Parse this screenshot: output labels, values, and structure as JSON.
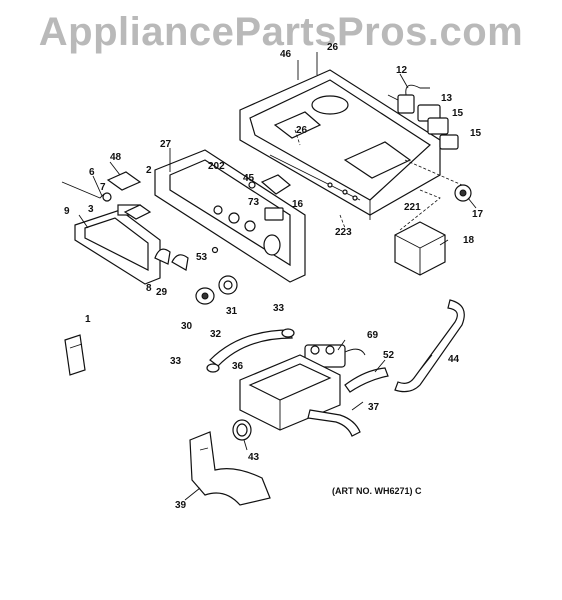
{
  "watermark": "AppliancePartsPros.com",
  "art_number": "(ART NO. WH6271) C",
  "callouts": [
    "1",
    "2",
    "3",
    "6",
    "7",
    "8",
    "9",
    "12",
    "13",
    "15",
    "15",
    "16",
    "17",
    "18",
    "26",
    "26",
    "27",
    "29",
    "30",
    "31",
    "32",
    "33",
    "33",
    "36",
    "37",
    "39",
    "43",
    "44",
    "45",
    "46",
    "48",
    "52",
    "53",
    "69",
    "73",
    "202",
    "221",
    "223"
  ]
}
